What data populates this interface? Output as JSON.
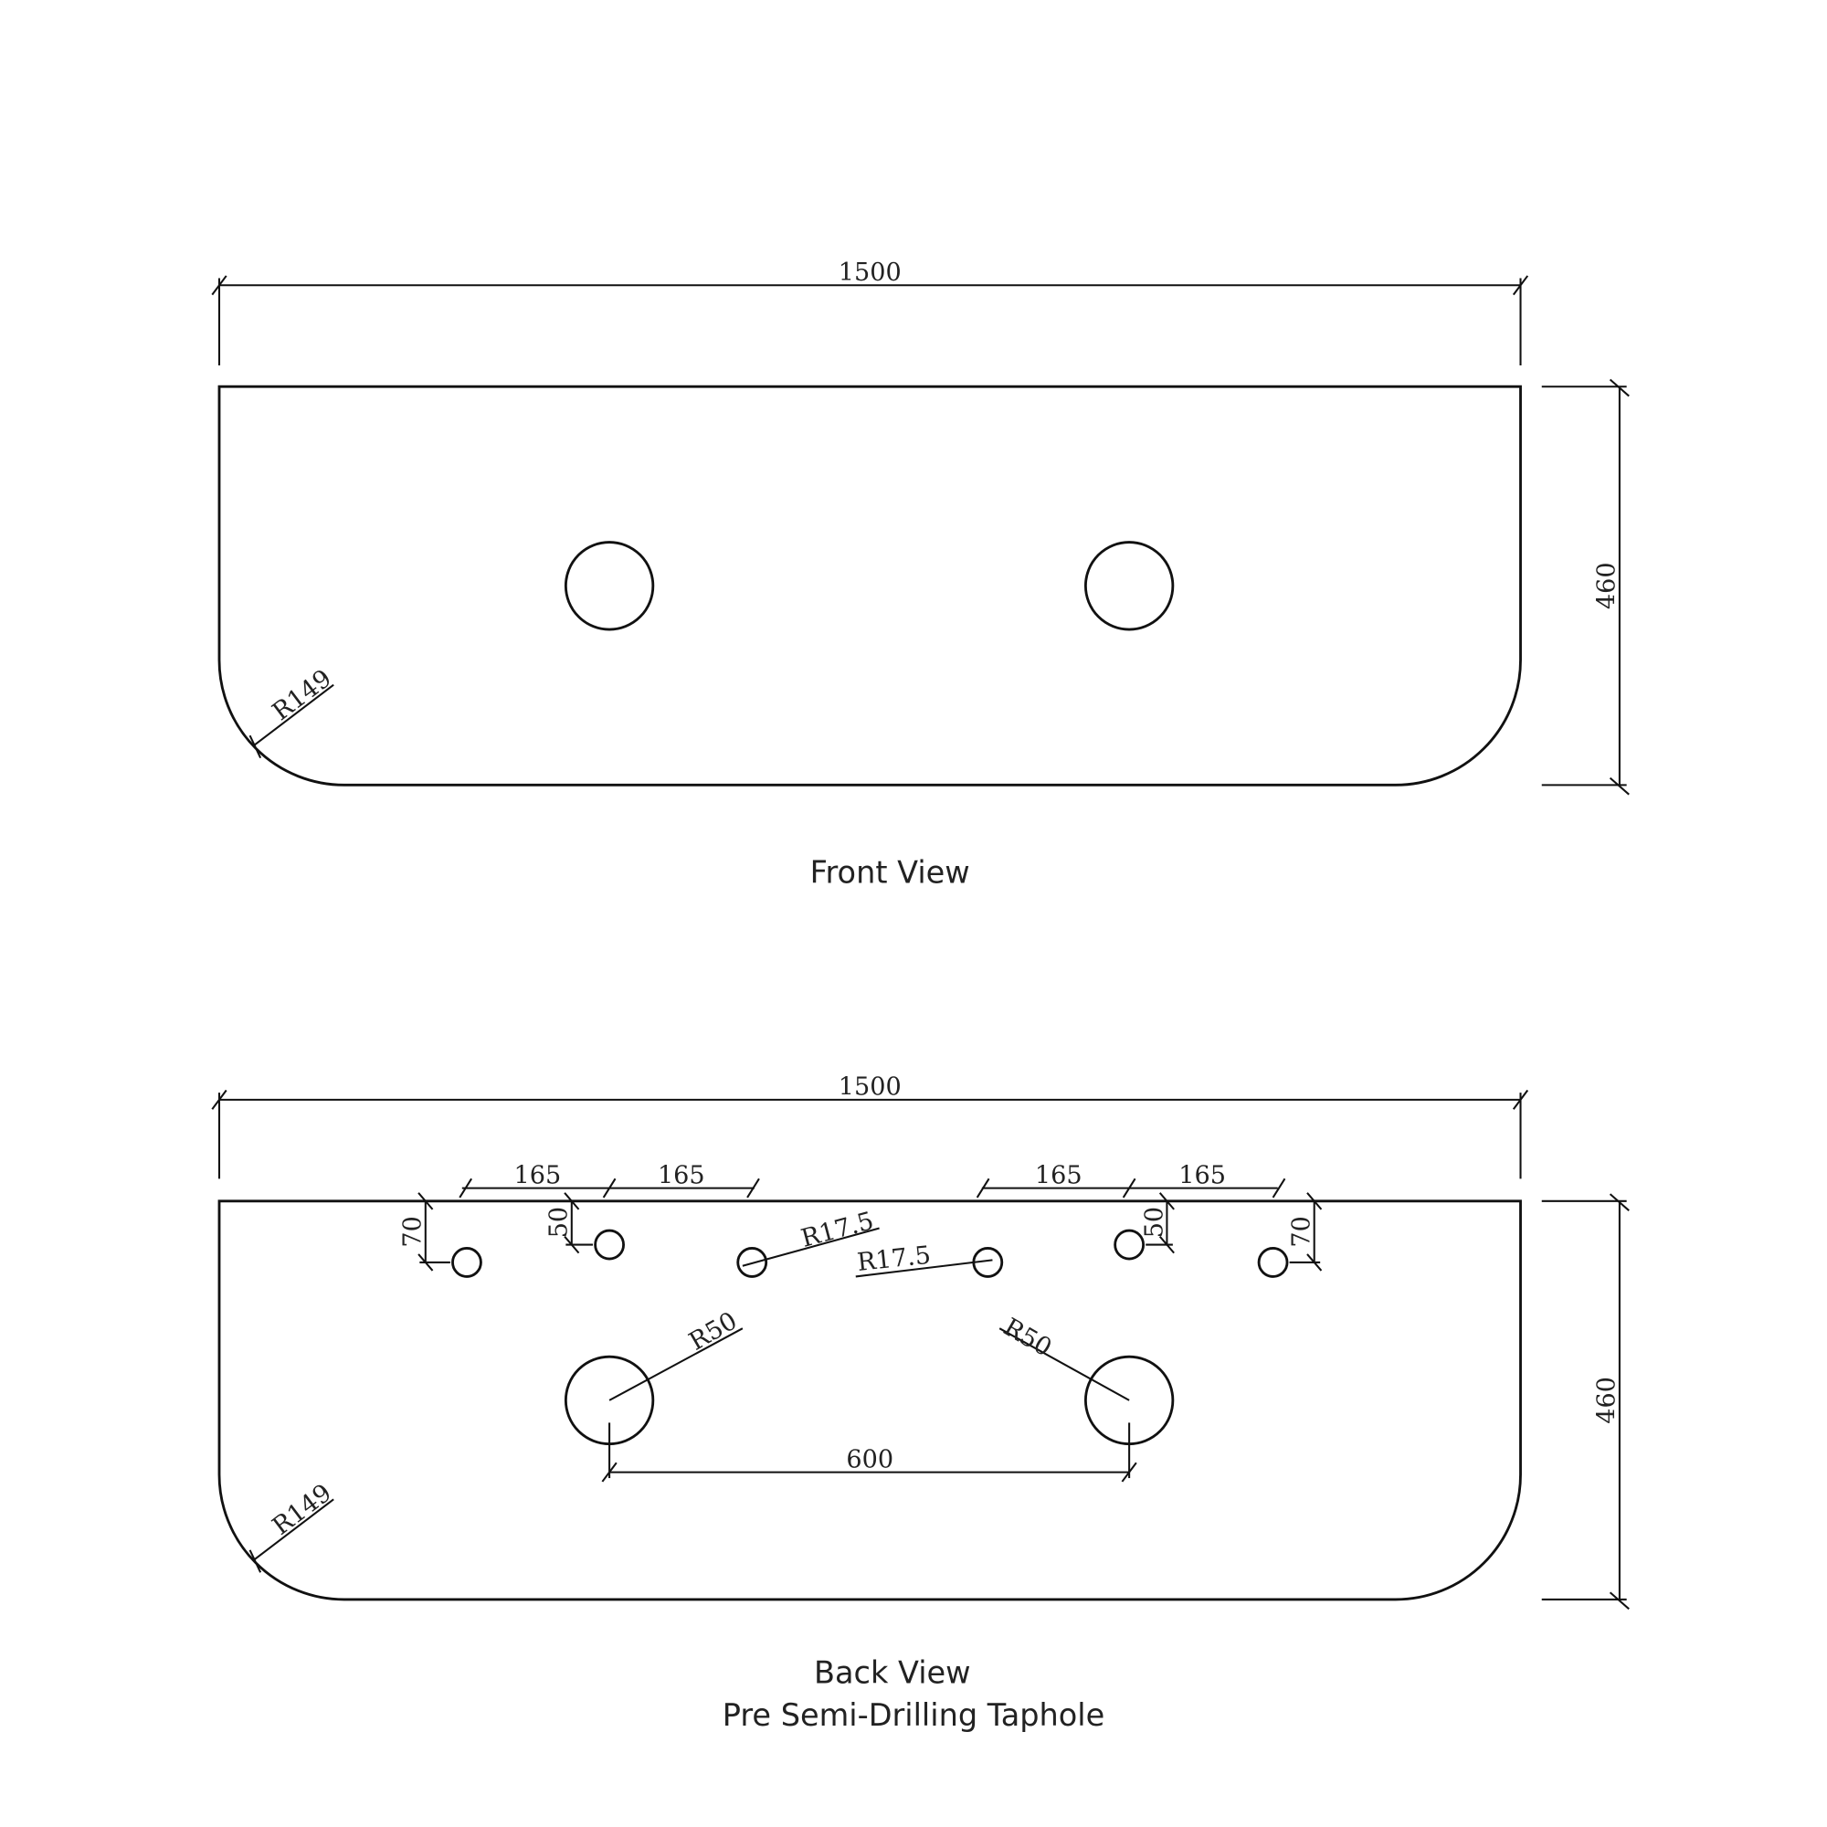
{
  "front_view": {
    "caption": "Front View",
    "width_label": "1500",
    "height_label": "460",
    "radius_label": "R149"
  },
  "back_view": {
    "caption": "Back View",
    "subcaption": "Pre Semi-Drilling Taphole",
    "width_label": "1500",
    "height_label": "460",
    "radius_label": "R149",
    "spacing_labels": [
      "165",
      "165",
      "165",
      "165"
    ],
    "offset_labels": [
      "70",
      "50",
      "50",
      "70"
    ],
    "taphole_radius_labels": [
      "R17.5",
      "R17.5"
    ],
    "basin_radius_labels": [
      "R50",
      "R50"
    ],
    "basin_spacing_label": "600"
  }
}
